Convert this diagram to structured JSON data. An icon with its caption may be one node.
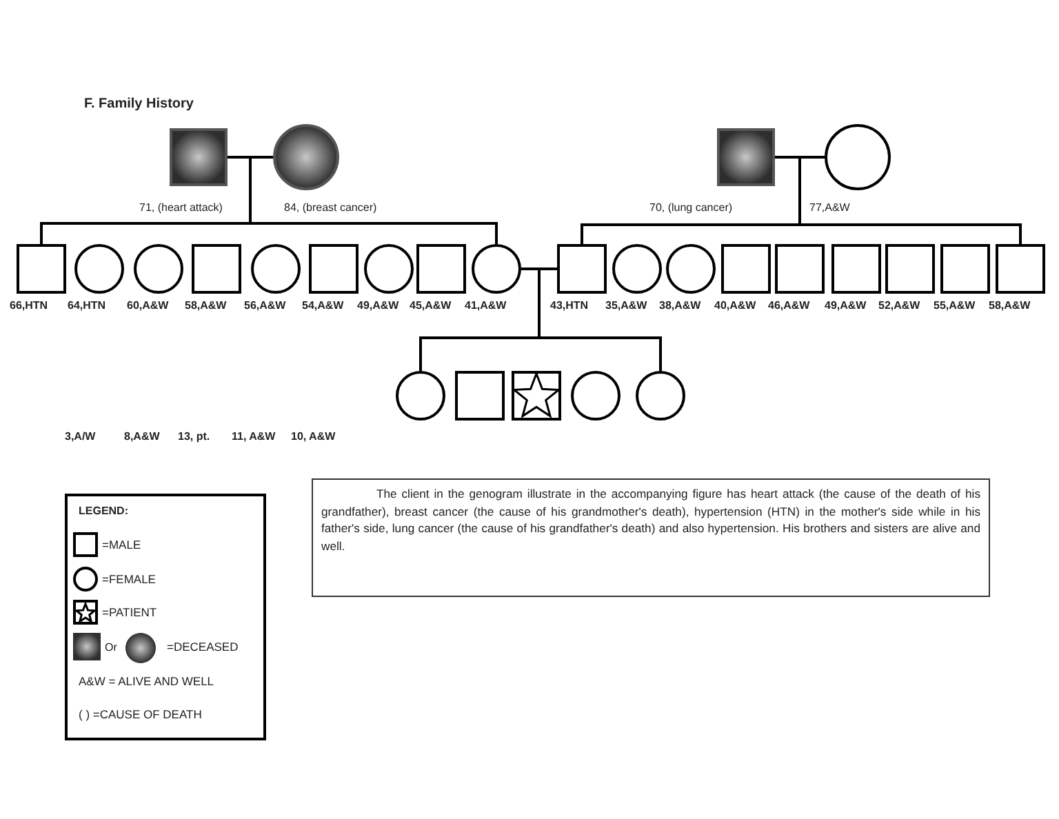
{
  "diagram": {
    "title": "F. Family History",
    "nodes": [
      {
        "text": [],
        "shape": "shaded-box",
        "beside": [
          "71, (heart attack)"
        ]
      },
      {
        "text": [],
        "shape": "shaded-circle",
        "beside": [
          "84, (breast cancer)"
        ]
      },
      {
        "text": [],
        "shape": "shaded-box",
        "beside": [
          "70, (lung cancer)"
        ]
      },
      {
        "text": [],
        "shape": "circle",
        "beside": [
          "77,A&W"
        ]
      },
      {
        "text": [],
        "shape": "box",
        "beside": [
          "66,HTN"
        ]
      },
      {
        "text": [],
        "shape": "circle",
        "beside": [
          "64,HTN"
        ]
      },
      {
        "text": [],
        "shape": "circle",
        "beside": [
          "60,A&W"
        ]
      },
      {
        "text": [],
        "shape": "box",
        "beside": [
          "58,A&W"
        ]
      },
      {
        "text": [],
        "shape": "circle",
        "beside": [
          "56,A&W"
        ]
      },
      {
        "text": [],
        "shape": "box",
        "beside": [
          "54,A&W"
        ]
      },
      {
        "text": [],
        "shape": "circle",
        "beside": [
          "49,A&W"
        ]
      },
      {
        "text": [],
        "shape": "box",
        "beside": [
          "45,A&W"
        ]
      },
      {
        "text": [],
        "shape": "circle",
        "beside": [
          "41,A&W"
        ]
      },
      {
        "text": [],
        "shape": "box",
        "beside": [
          "43,HTN"
        ]
      },
      {
        "text": [],
        "shape": "circle",
        "beside": [
          "35,A&W"
        ]
      },
      {
        "text": [],
        "shape": "circle",
        "beside": [
          "38,A&W"
        ]
      },
      {
        "text": [],
        "shape": "box",
        "beside": [
          "40,A&W"
        ]
      },
      {
        "text": [],
        "shape": "box",
        "beside": [
          "46,A&W"
        ]
      },
      {
        "text": [],
        "shape": "box",
        "beside": [
          "49,A&W"
        ]
      },
      {
        "text": [],
        "shape": "box",
        "beside": [
          "52,A&W"
        ]
      },
      {
        "text": [],
        "shape": "box",
        "beside": [
          "55,A&W"
        ]
      },
      {
        "text": [],
        "shape": "box",
        "beside": [
          "58,A&W"
        ]
      },
      {
        "text": [],
        "shape": "circle"
      },
      {
        "text": [],
        "shape": "box"
      },
      {
        "text": [],
        "shape": "star"
      },
      {
        "text": [],
        "shape": "circle"
      },
      {
        "text": [],
        "shape": "circle"
      },
      {
        "text": [
          "The client in the genogram illustrate in the accompanying figure has heart attack (the cause of the death of his grandfather), breast cancer (the cause of his grandmother's death), hypertension (HTN) in the mother's side while in his father's side, lung cancer (the cause of his grandfather's death) and also hypertension. His brothers and sisters are alive and well."
        ]
      }
    ],
    "edges": [
      {
        "from": 0,
        "to": 1,
        "arrow": "none"
      },
      {
        "from": 0,
        "to": 4,
        "arrow": "none"
      },
      {
        "from": 1,
        "to": 4,
        "arrow": "none"
      },
      {
        "from": 0,
        "to": 12,
        "arrow": "none"
      },
      {
        "from": 1,
        "to": 12,
        "arrow": "none"
      },
      {
        "from": 2,
        "to": 3,
        "arrow": "none"
      },
      {
        "from": 2,
        "to": 13,
        "arrow": "none"
      },
      {
        "from": 3,
        "to": 13,
        "arrow": "none"
      },
      {
        "from": 2,
        "to": 21,
        "arrow": "none"
      },
      {
        "from": 3,
        "to": 21,
        "arrow": "none"
      },
      {
        "from": 12,
        "to": 13,
        "arrow": "none"
      },
      {
        "from": 12,
        "to": 22,
        "arrow": "none"
      },
      {
        "from": 13,
        "to": 22,
        "arrow": "none"
      },
      {
        "from": 12,
        "to": 26,
        "arrow": "none"
      },
      {
        "from": 13,
        "to": 26,
        "arrow": "none"
      }
    ],
    "labels": [
      "3,A/W",
      "8,A&W",
      "13, pt.",
      "11, A&W",
      "10, A&W",
      "LEGEND:",
      "Or"
    ],
    "legend": [
      {
        "text": "=MALE"
      },
      {
        "text": "=FEMALE"
      },
      {
        "text": "=PATIENT"
      },
      {
        "text": "=DECEASED"
      },
      {
        "text": "A&W = ALIVE AND WELL"
      },
      {
        "text": "( ) =CAUSE OF DEATH"
      }
    ]
  }
}
